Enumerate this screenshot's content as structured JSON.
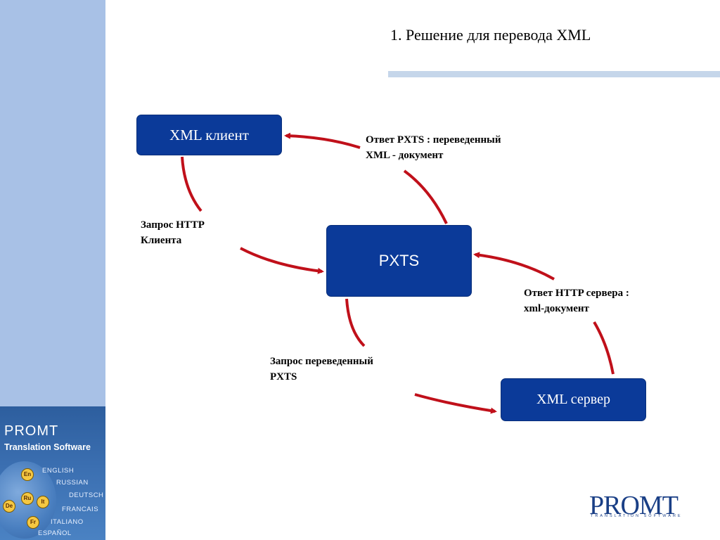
{
  "title": "1. Решение для перевода XML",
  "nodes": {
    "client": "XML клиент",
    "pxts": "PXTS",
    "server": "XML сервер"
  },
  "labels": {
    "client_request": [
      "Запрос HTTP",
      "Клиента"
    ],
    "pxts_response": [
      "Ответ PXTS : переведенный",
      "XML - документ"
    ],
    "server_response": [
      "Ответ HTTP сервера :",
      "xml-документ"
    ],
    "translated_request": [
      "Запрос переведенный",
      "PXTS"
    ]
  },
  "sidebar": {
    "brand": "PROMT",
    "subtitle": "Translation Software",
    "languages": [
      "ENGLISH",
      "RUSSIAN",
      "DEUTSCH",
      "FRANCAIS",
      "ITALIANO",
      "ESPAÑOL"
    ],
    "badges": [
      "En",
      "Ru",
      "De",
      "It",
      "Fr"
    ]
  },
  "logo": {
    "text": "PROMT",
    "subtitle": "TRANSLATION SOFTWARE"
  },
  "colors": {
    "node_fill": "#0b3a99",
    "arrow": "#c0101a",
    "sidebar": "#a8c1e6",
    "title_rule": "#c5d6ea"
  }
}
